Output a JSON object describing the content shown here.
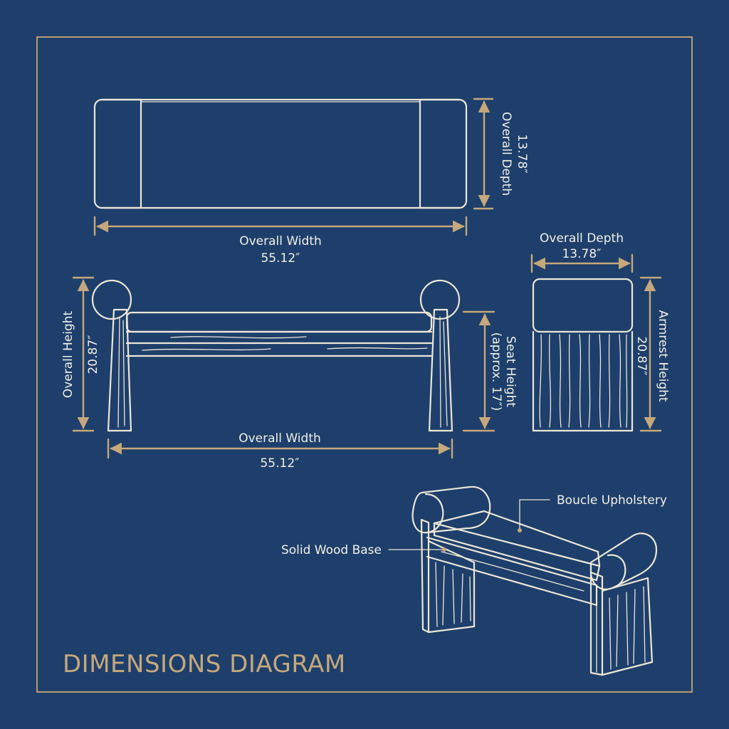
{
  "title": "DIMENSIONS DIAGRAM",
  "top_view": {
    "depth_label": "Overall Depth",
    "depth_value": "13.78″",
    "width_label": "Overall Width",
    "width_value": "55.12″"
  },
  "front_view": {
    "height_label": "Overall Height",
    "height_value": "20.87″",
    "seat_label": "Seat Height",
    "seat_value": "(approx. 17″)",
    "width_label": "Overall Width",
    "width_value": "55.12″"
  },
  "side_view": {
    "depth_label": "Overall Depth",
    "depth_value": "13.78″",
    "armrest_label": "Armrest Height",
    "armrest_value": "20.87″"
  },
  "callouts": {
    "upholstery": "Boucle Upholstery",
    "base": "Solid Wood Base"
  },
  "colors": {
    "background": "#1e3f6b",
    "line": "#ece7d8",
    "accent": "#c6a87c"
  }
}
